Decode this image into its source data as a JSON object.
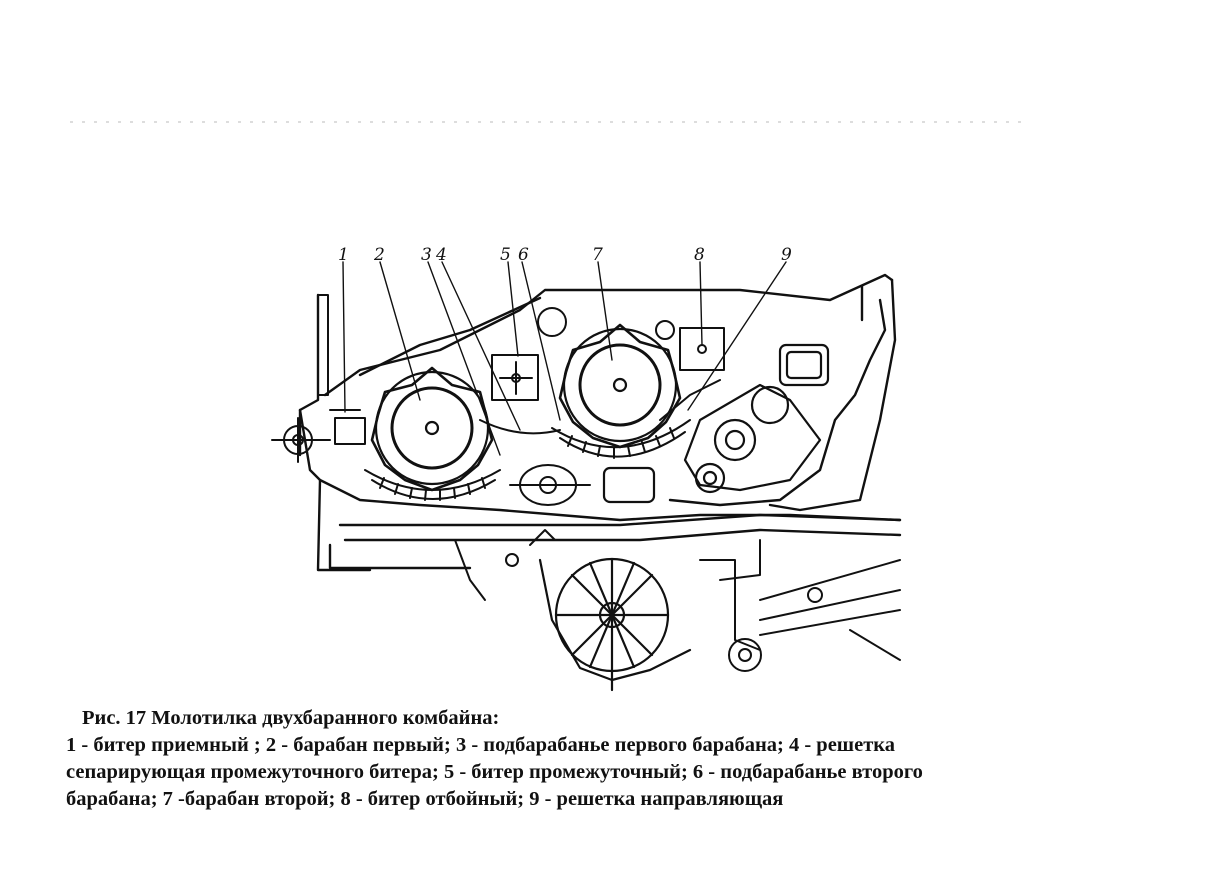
{
  "figure": {
    "callouts": [
      "1",
      "2",
      "3",
      "4",
      "5",
      "6",
      "7",
      "8",
      "9"
    ]
  },
  "caption": {
    "title": "Рис. 17 Молотилка двухбаранного комбайна:",
    "line1": "1 - битер приемный ; 2 - барабан первый; 3 - подбарабанье  первого  барабана; 4 - решетка",
    "line2": "сепарирующая промежуточного битера; 5 - битер промежуточный; 6 - подбарабанье второго",
    "line3": "барабана; 7 -барабан второй; 8 - битер отбойный; 9 - решетка направляющая"
  }
}
